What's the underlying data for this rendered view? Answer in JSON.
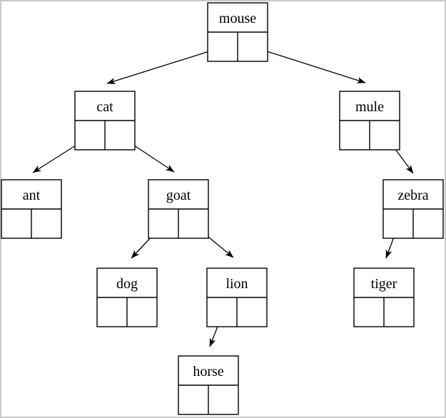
{
  "diagram": {
    "type": "binary-tree",
    "background_color": "#ffffff",
    "frame_color": "#c9c9c9",
    "line_color": "#000000",
    "nodes": [
      {
        "id": "mouse",
        "label": "mouse"
      },
      {
        "id": "cat",
        "label": "cat"
      },
      {
        "id": "mule",
        "label": "mule"
      },
      {
        "id": "ant",
        "label": "ant"
      },
      {
        "id": "goat",
        "label": "goat"
      },
      {
        "id": "zebra",
        "label": "zebra"
      },
      {
        "id": "dog",
        "label": "dog"
      },
      {
        "id": "lion",
        "label": "lion"
      },
      {
        "id": "tiger",
        "label": "tiger"
      },
      {
        "id": "horse",
        "label": "horse"
      }
    ],
    "edges": [
      {
        "from": "mouse",
        "via": "left-pointer",
        "to": "cat"
      },
      {
        "from": "mouse",
        "via": "right-pointer",
        "to": "mule"
      },
      {
        "from": "cat",
        "via": "left-pointer",
        "to": "ant"
      },
      {
        "from": "cat",
        "via": "right-pointer",
        "to": "goat"
      },
      {
        "from": "mule",
        "via": "right-pointer",
        "to": "zebra"
      },
      {
        "from": "goat",
        "via": "left-pointer",
        "to": "dog"
      },
      {
        "from": "goat",
        "via": "right-pointer",
        "to": "lion"
      },
      {
        "from": "zebra",
        "via": "left-pointer",
        "to": "tiger"
      },
      {
        "from": "lion",
        "via": "left-pointer",
        "to": "horse"
      }
    ]
  }
}
